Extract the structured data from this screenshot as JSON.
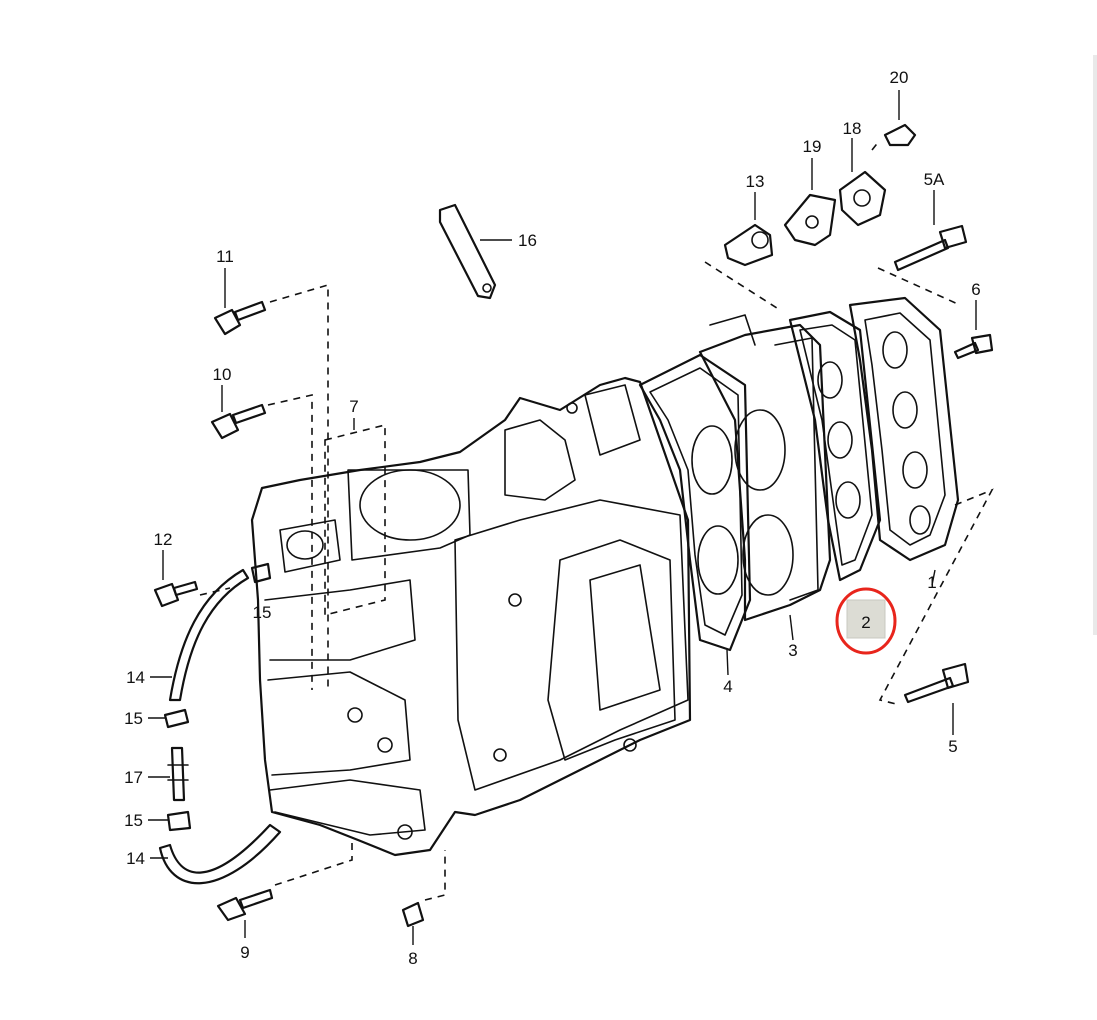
{
  "diagram": {
    "callouts": [
      {
        "id": "c20",
        "label": "20"
      },
      {
        "id": "c18",
        "label": "18"
      },
      {
        "id": "c19",
        "label": "19"
      },
      {
        "id": "c13",
        "label": "13"
      },
      {
        "id": "c5a",
        "label": "5A"
      },
      {
        "id": "c16",
        "label": "16"
      },
      {
        "id": "c11",
        "label": "11"
      },
      {
        "id": "c6",
        "label": "6"
      },
      {
        "id": "c10",
        "label": "10"
      },
      {
        "id": "c7",
        "label": "7"
      },
      {
        "id": "c12",
        "label": "12"
      },
      {
        "id": "c15a",
        "label": "15"
      },
      {
        "id": "c1",
        "label": "1"
      },
      {
        "id": "c2",
        "label": "2"
      },
      {
        "id": "c3",
        "label": "3"
      },
      {
        "id": "c4",
        "label": "4"
      },
      {
        "id": "c14a",
        "label": "14"
      },
      {
        "id": "c15b",
        "label": "15"
      },
      {
        "id": "c17",
        "label": "17"
      },
      {
        "id": "c5",
        "label": "5"
      },
      {
        "id": "c15c",
        "label": "15"
      },
      {
        "id": "c14b",
        "label": "14"
      },
      {
        "id": "c9",
        "label": "9"
      },
      {
        "id": "c8",
        "label": "8"
      }
    ],
    "highlighted_part": "2",
    "highlight_color": "#e8251c"
  }
}
